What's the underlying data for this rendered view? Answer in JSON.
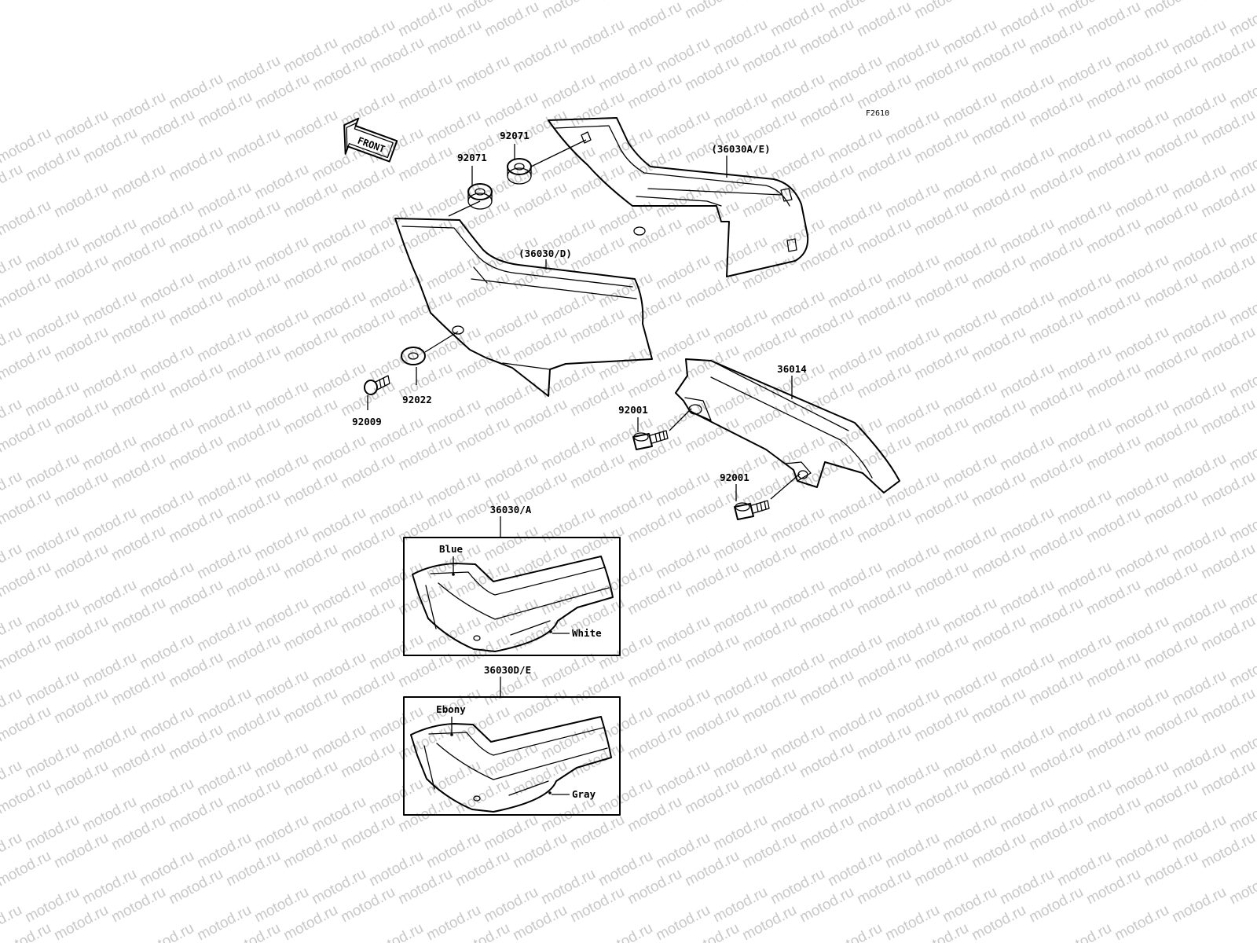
{
  "figure_code": "F2610",
  "front_label": "FRONT",
  "watermark_text": "motod.ru",
  "parts": {
    "grommet_upper": "92071",
    "grommet_lower": "92071",
    "cover_right": "(36030A/E)",
    "cover_left": "(36030/D)",
    "washer": "92022",
    "screw": "92009",
    "chain_guard": "36014",
    "bolt_upper": "92001",
    "bolt_lower": "92001"
  },
  "variants": [
    {
      "part": "36030/A",
      "color_top": "Blue",
      "color_bottom": "White"
    },
    {
      "part": "36030D/E",
      "color_top": "Ebony",
      "color_bottom": "Gray"
    }
  ],
  "colors": {
    "line": "#000000",
    "watermark": "#c8c8c8",
    "background": "#ffffff"
  }
}
